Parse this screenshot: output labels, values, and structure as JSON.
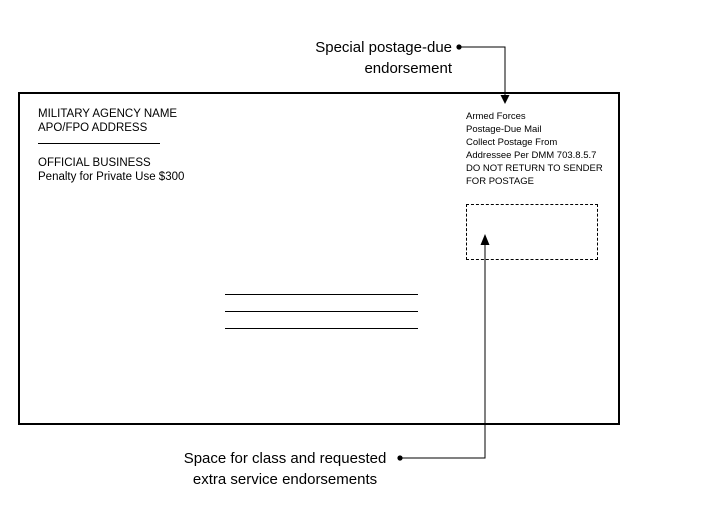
{
  "diagram": {
    "top_callout": {
      "lines": [
        "Special postage-due",
        "endorsement"
      ]
    },
    "bottom_callout": {
      "lines": [
        "Space for class and requested",
        "extra service endorsements"
      ]
    },
    "envelope": {
      "return_address": [
        "MILITARY AGENCY NAME",
        "APO/FPO ADDRESS"
      ],
      "official_business": [
        "OFFICIAL BUSINESS",
        "Penalty for Private Use $300"
      ],
      "postage_due_endorsement": [
        "Armed Forces",
        "Postage-Due Mail",
        "Collect Postage From",
        "Addressee Per DMM 703.8.5.7",
        "DO NOT RETURN TO SENDER",
        "FOR POSTAGE"
      ]
    },
    "colors": {
      "ink": "#000000",
      "background": "#ffffff"
    }
  }
}
